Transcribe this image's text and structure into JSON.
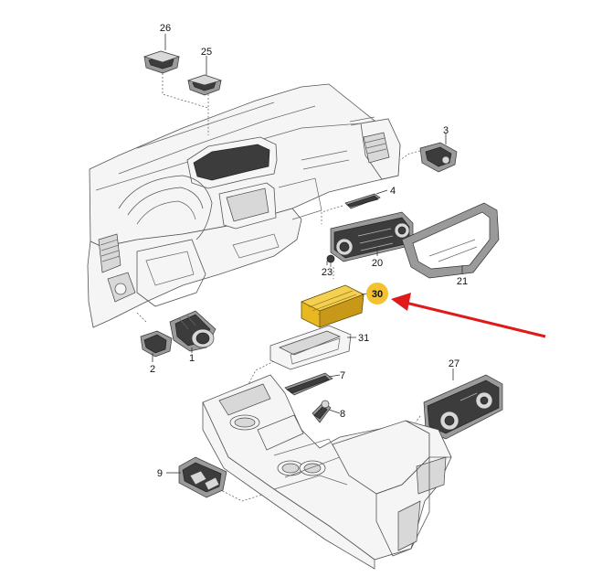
{
  "labels": {
    "p1": "1",
    "p2": "2",
    "p3": "3",
    "p4": "4",
    "p7": "7",
    "p8": "8",
    "p9": "9",
    "p20": "20",
    "p21": "21",
    "p23": "23",
    "p25": "25",
    "p26": "26",
    "p27": "27",
    "p30": "30",
    "p31": "31"
  },
  "colors": {
    "highlight_part": "#e8b820",
    "highlight_badge": "#f2c230",
    "arrow": "#e01a1a",
    "line": "#555555"
  }
}
